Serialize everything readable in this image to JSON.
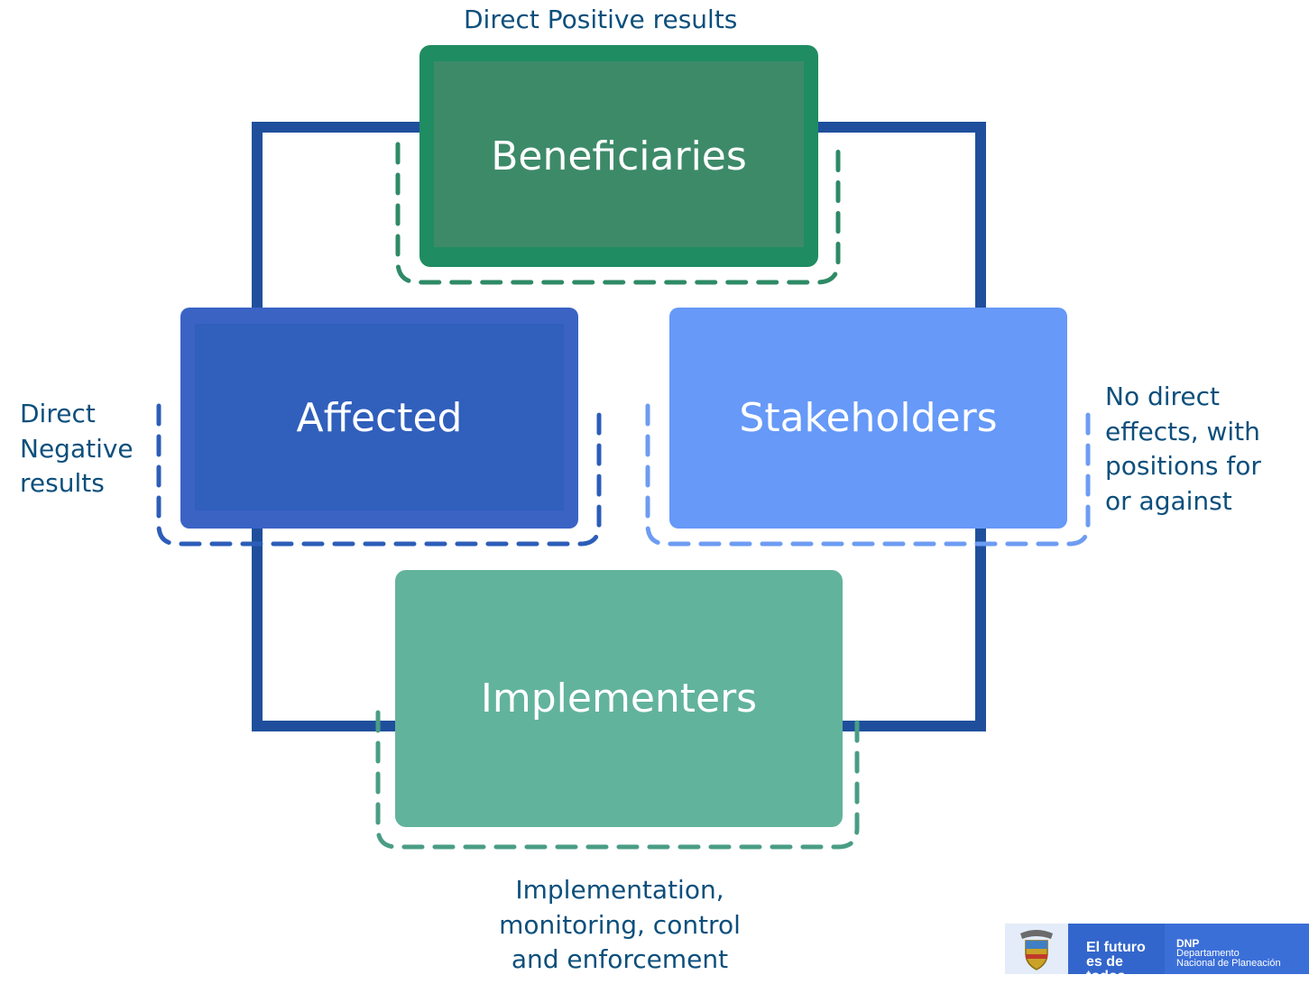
{
  "boxes": {
    "beneficiaries": "Beneficiaries",
    "affected": "Affected",
    "stakeholders": "Stakeholders",
    "implementers": "Implementers"
  },
  "notes": {
    "top": [
      "Direct Positive results"
    ],
    "left": [
      "Direct",
      "Negative",
      "results"
    ],
    "right": [
      "No direct",
      "effects, with",
      "positions for",
      "or against"
    ],
    "bottom": [
      "Implementation,",
      "monitoring, control",
      "and enforcement"
    ]
  },
  "logo": {
    "slogan": [
      "El futuro",
      "es de todos"
    ],
    "agency_abbr": "DNP",
    "agency_name": [
      "Departamento",
      "Nacional de Planeación"
    ]
  },
  "colors": {
    "frame": "#1f4f9c",
    "beneficiaries": "#3d8a69",
    "affected": "#305fbc",
    "stakeholders": "#6699f8",
    "implementers": "#62b39c",
    "note_text": "#0c4f7c"
  }
}
